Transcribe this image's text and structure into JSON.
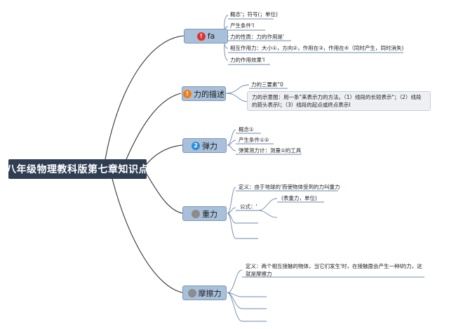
{
  "root": {
    "label": "八年级物理教科版第七章知识点"
  },
  "branches": [
    {
      "label": "fa",
      "dot": "!",
      "dot_color": "#e0322b",
      "items": [
        "概念'；符号(；单位)",
        "产生条件'I",
        "力的性质：力的作用是'",
        "相互作用力：大小①，方向②，作用在③，作用在④（同时产生，同时消失)",
        "力的作用效果'I"
      ]
    },
    {
      "label": "力的描述",
      "dot": "!",
      "dot_color": "#f07d1a",
      "items": [
        "力的三要素\"0",
        "力的示意图：用一条\"来表示力的方法。（1）线段的长短表示\"；（2）线段的箭头表示I；（3）线段的起点或终点表示I"
      ]
    },
    {
      "label": "弹力",
      "dot": "2",
      "dot_color": "#2d8ed9",
      "items": [
        "概念①",
        "产生条件①②",
        "弹簧测力计：测量①的工具"
      ]
    },
    {
      "label": "重力",
      "dot": "",
      "dot_color": "#8c8c8c",
      "items": [
        "定义：由于地球的'而使物体受到的力叫重力",
        "公式：'"
      ],
      "sub_item": "(表重力，单位)"
    },
    {
      "label": "摩擦力",
      "dot": "",
      "dot_color": "#8c8c8c",
      "items": [
        "定义：两个相互接触的物体，当它们发生'时，在接触面会产生一种I的力，这就是摩擦力"
      ]
    }
  ],
  "colors": {
    "root_bg": "#2f3e52",
    "branch_bg": "#a9c0da",
    "line": "#333333",
    "leaf_line": "#6d89b0"
  }
}
